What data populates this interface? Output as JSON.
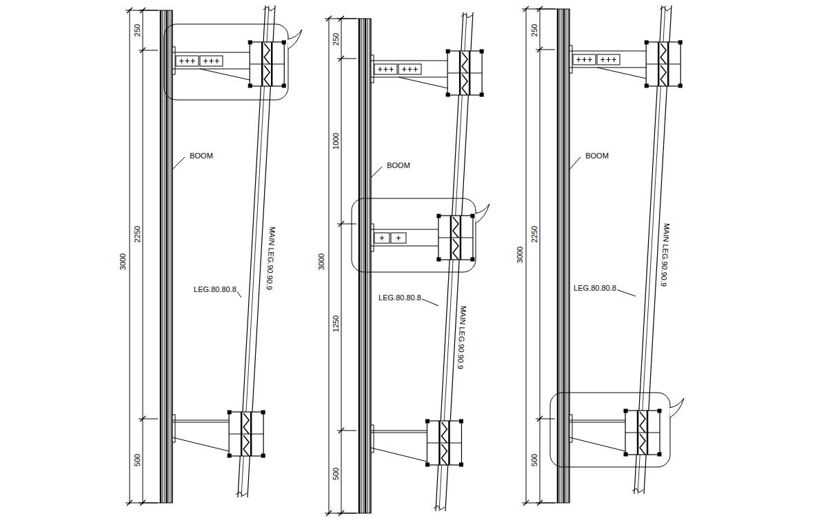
{
  "diagram": {
    "labels": [
      "250",
      "2250",
      "3000",
      "500",
      "BOOM",
      "LEG.80.80.8",
      "MAIN LEG.90.90.9",
      "250",
      "1000",
      "3000",
      "1250",
      "500",
      "BOOM",
      "LEG.80.80.8",
      "MAIN LEG.90.90.9",
      "250",
      "2250",
      "3000",
      "500",
      "BOOM",
      "LEG.80.80.8",
      "MAIN LEG.90.90.9"
    ]
  }
}
